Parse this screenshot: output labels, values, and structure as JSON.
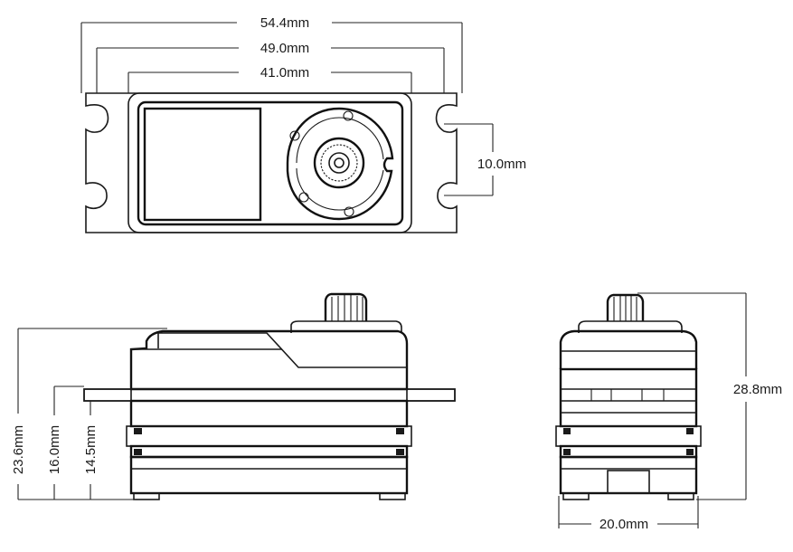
{
  "dimensions": {
    "top_width_outer": "54.4mm",
    "top_width_mid": "49.0mm",
    "top_width_body": "41.0mm",
    "hole_spacing": "10.0mm",
    "side_total_height": "23.6mm",
    "side_flange_height": "16.0mm",
    "side_body_height": "14.5mm",
    "front_height": "28.8mm",
    "front_width": "20.0mm"
  },
  "colors": {
    "line": "#1a1a1a",
    "background": "#ffffff"
  }
}
